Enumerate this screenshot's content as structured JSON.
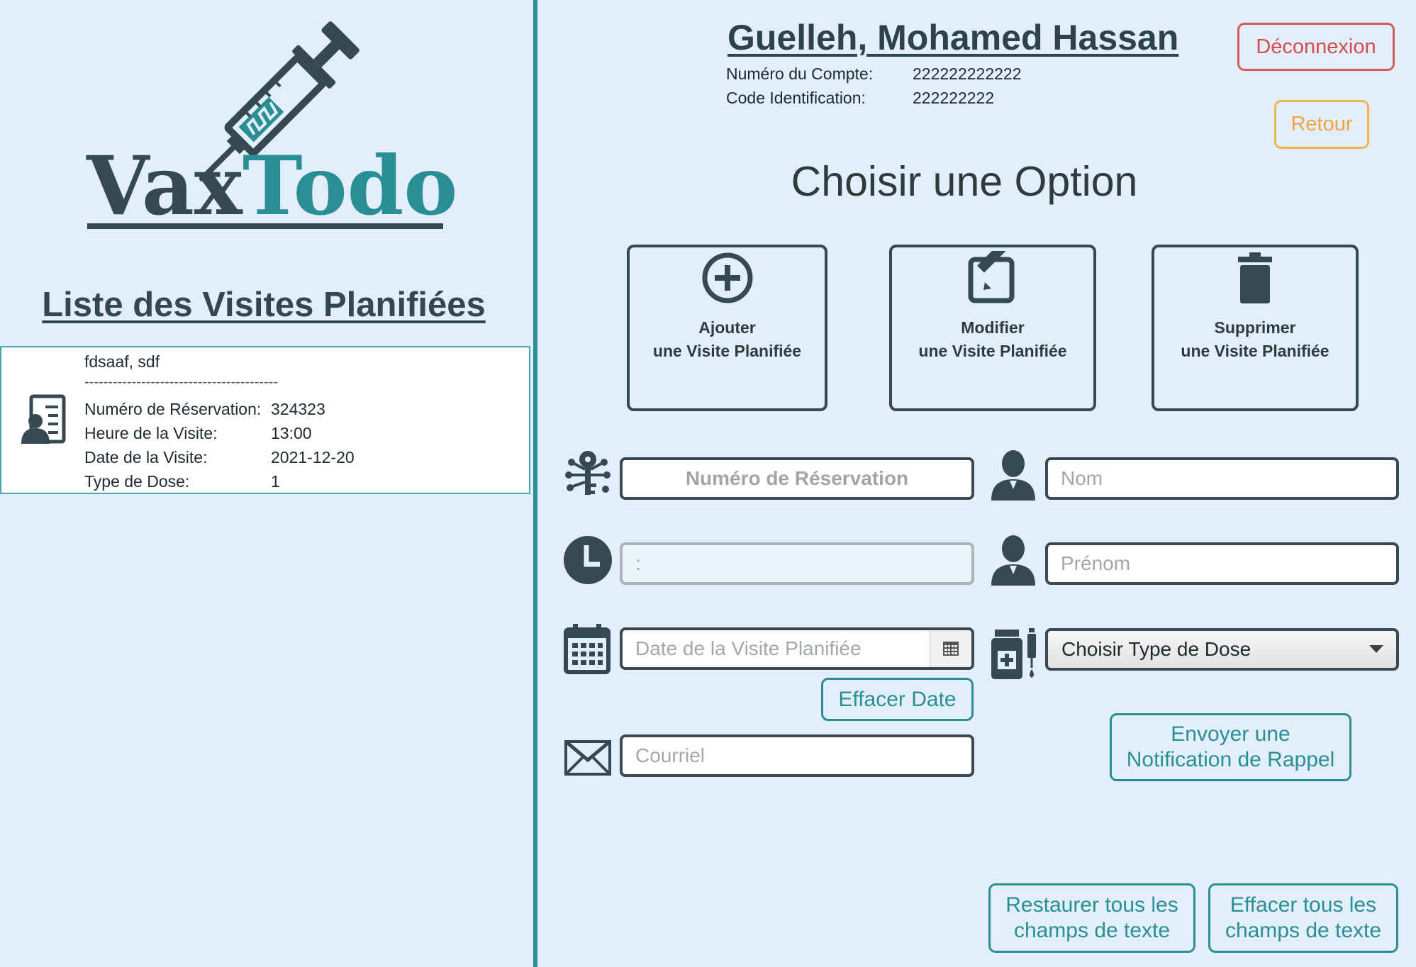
{
  "left": {
    "logo": {
      "part1": "Vax",
      "part2": "Todo"
    },
    "list_title": "Liste des Visites Planifiées",
    "visits": [
      {
        "name": "fdsaaf, sdf",
        "separator": "-----------------------------------------",
        "reservation_label": "Numéro de Réservation:",
        "reservation_value": "324323",
        "time_label": "Heure de la Visite:",
        "time_value": "13:00",
        "date_label": "Date de la Visite:",
        "date_value": "2021-12-20",
        "dose_label": "Type de Dose:",
        "dose_value": "1"
      }
    ]
  },
  "header": {
    "user_name": "Guelleh, Mohamed Hassan",
    "account_label": "Numéro du Compte:",
    "account_value": "222222222222",
    "code_label": "Code Identification:",
    "code_value": "222222222",
    "logout": "Déconnexion",
    "back": "Retour"
  },
  "main": {
    "title": "Choisir une Option",
    "options": [
      {
        "line1": "Ajouter",
        "line2": "une Visite Planifiée"
      },
      {
        "line1": "Modifier",
        "line2": "une Visite Planifiée"
      },
      {
        "line1": "Supprimer",
        "line2": "une Visite Planifiée"
      }
    ]
  },
  "form": {
    "reservation_placeholder": "Numéro de Réservation",
    "time_value": ":",
    "date_placeholder": "Date de la Visite Planifiée",
    "clear_date": "Effacer Date",
    "email_placeholder": "Courriel",
    "last_name_placeholder": "Nom",
    "first_name_placeholder": "Prénom",
    "dose_select": "Choisir Type de Dose",
    "notify_line1": "Envoyer une",
    "notify_line2": "Notification de Rappel",
    "restore_line1": "Restaurer tous les",
    "restore_line2": "champs de texte",
    "clear_line1": "Effacer tous les",
    "clear_line2": "champs de texte"
  },
  "colors": {
    "background": "#e3eefb",
    "accent_teal": "#2a8f95",
    "dark_slate": "#344a50",
    "logout_red": "#d64b4b",
    "back_orange": "#eea440"
  },
  "icons": {
    "logo": "syringe-icon",
    "visit": "patient-record-icon",
    "add": "plus-circle-icon",
    "edit": "edit-icon",
    "delete": "trash-icon",
    "reservation": "key-circuit-icon",
    "time": "clock-icon",
    "date": "calendar-icon",
    "email": "envelope-icon",
    "person": "person-icon",
    "dose": "medicine-bottle-icon"
  }
}
